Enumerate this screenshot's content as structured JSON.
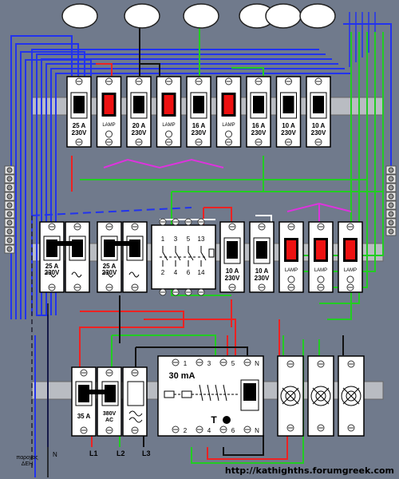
{
  "top_row": [
    {
      "type": "breaker",
      "rating": "25 A",
      "voltage": "230V"
    },
    {
      "type": "lamp",
      "label": "LAMP"
    },
    {
      "type": "breaker",
      "rating": "20 A",
      "voltage": "230V"
    },
    {
      "type": "lamp",
      "label": "LAMP"
    },
    {
      "type": "breaker",
      "rating": "16 A",
      "voltage": "230V"
    },
    {
      "type": "lamp",
      "label": "LAMP"
    },
    {
      "type": "breaker",
      "rating": "16 A",
      "voltage": "230V"
    },
    {
      "type": "breaker",
      "rating": "10 A",
      "voltage": "230V"
    },
    {
      "type": "breaker",
      "rating": "10 A",
      "voltage": "230V"
    }
  ],
  "middle_left": [
    {
      "type": "breaker2",
      "rating": "25 A",
      "voltage": "230V"
    },
    {
      "type": "breaker2",
      "rating": "25 A",
      "voltage": "230V"
    }
  ],
  "contactor": {
    "top_terminals": [
      "1",
      "3",
      "5",
      "13"
    ],
    "bottom_terminals": [
      "2",
      "4",
      "6",
      "14"
    ]
  },
  "middle_right": [
    {
      "type": "breaker",
      "rating": "10 A",
      "voltage": "230V"
    },
    {
      "type": "breaker",
      "rating": "10 A",
      "voltage": "230V"
    },
    {
      "type": "lamp",
      "label": "LAMP"
    },
    {
      "type": "lamp",
      "label": "LAMP"
    },
    {
      "type": "lamp",
      "label": "LAMP"
    }
  ],
  "main_switch": {
    "rating": "35 A"
  },
  "surge": {
    "label1": "380V",
    "label2": "AC"
  },
  "rcd": {
    "title": "30 mA",
    "test": "T",
    "top_terminals": [
      "1",
      "3",
      "5",
      "N"
    ],
    "bottom_terminals": [
      "2",
      "4",
      "6",
      "N"
    ]
  },
  "lines": {
    "n": "N",
    "l1": "L1",
    "l2": "L2",
    "l3": "L3"
  },
  "supply_label": [
    "παροχος",
    "ΔΕΗ"
  ],
  "url": "http://kathighths.forumgreek.com"
}
